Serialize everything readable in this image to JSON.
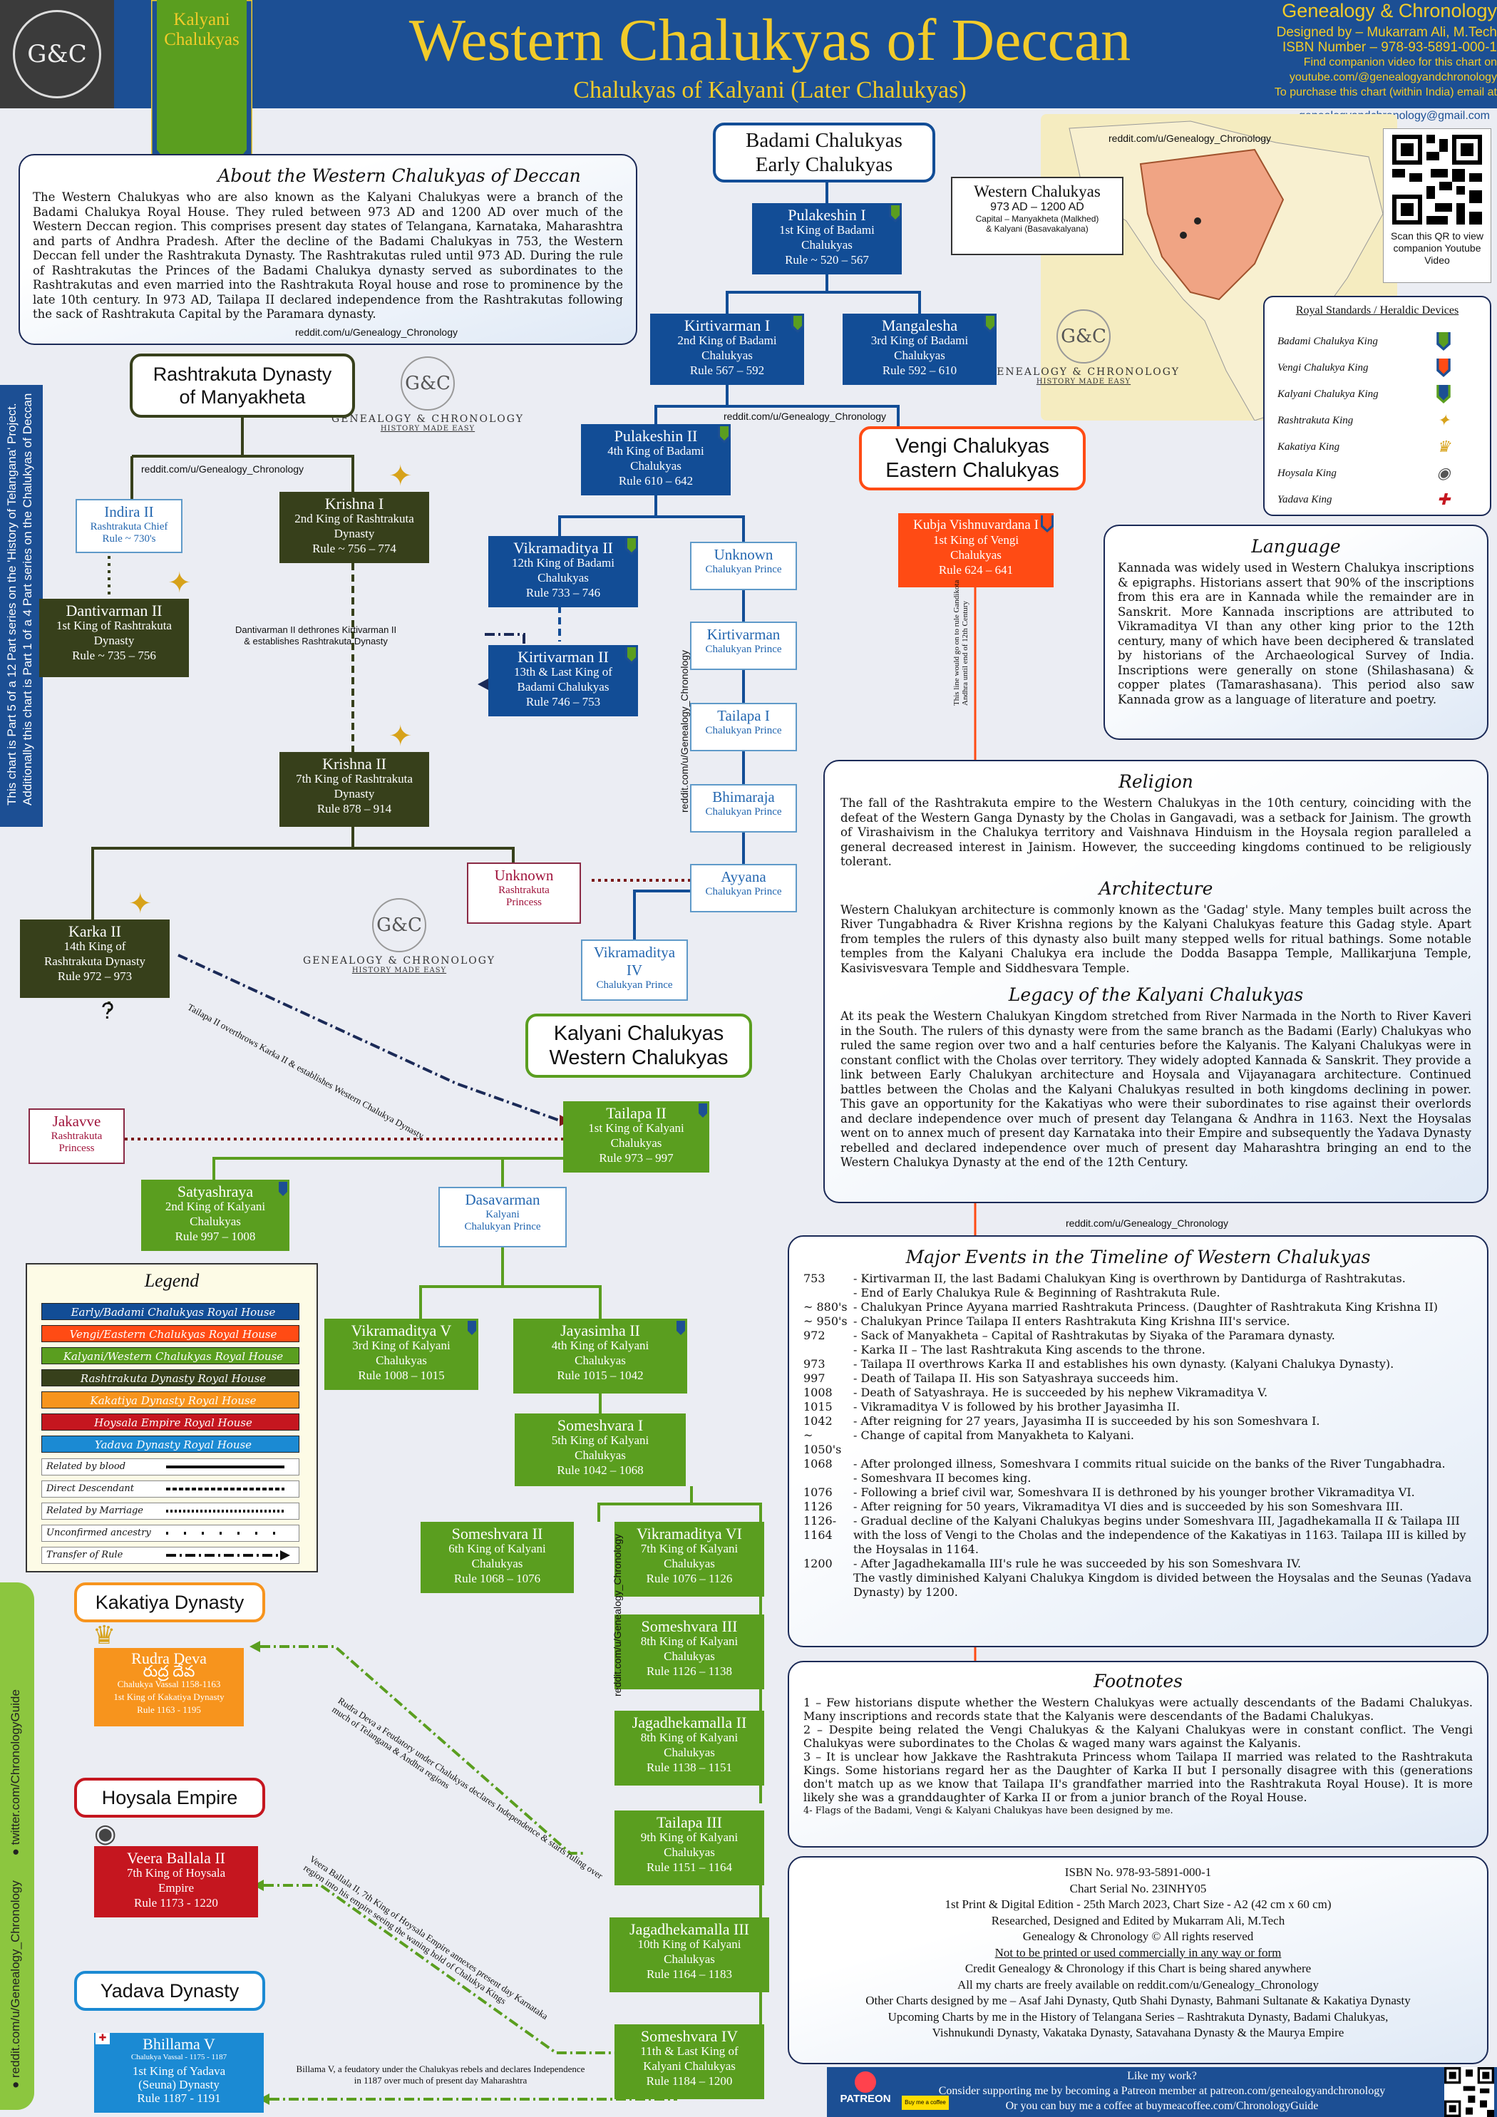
{
  "header": {
    "logo_text": "G&C",
    "shield_text": "Kalyani Chalukyas",
    "title": "Western Chalukyas of Deccan",
    "subtitle": "Chalukyas of Kalyani (Later Chalukyas)",
    "brand": "Genealogy & Chronology",
    "designed_by": "Designed by – Mukarram Ali, M.Tech",
    "isbn": "ISBN Number – 978-93-5891-000-1",
    "video_line1": "Find companion video for this chart on",
    "video_line2": "youtube.com/@genealogyandchronology",
    "purchase_line1": "To purchase this chart (within India) email at",
    "purchase_line2": "genealogyandchronology@gmail.com"
  },
  "about": {
    "title": "About the Western Chalukyas of Deccan",
    "text": "The Western Chalukyas who are also known as the Kalyani Chalukyas were a branch of the Badami Chalukya Royal House. They ruled between 973 AD and 1200 AD over much of the Western Deccan region. This comprises present day states of Telangana, Karnataka, Maharashtra and parts of Andhra Pradesh. After the decline of the Badami Chalukyas in 753, the Western Deccan fell under the Rashtrakuta Dynasty. The Rashtrakutas ruled until 973 AD. During the rule of Rashtrakutas the Princes of the Badami Chalukya dynasty served as subordinates to the Rashtrakutas and even married into the Rashtrakuta Royal house and rose to prominence by the late 10th century. In 973 AD, Tailapa II declared independence from the Rashtrakutas following the sack of Rashtrakuta Capital by the Paramara dynasty.",
    "credit": "reddit.com/u/Genealogy_Chronology"
  },
  "map": {
    "credit": "reddit.com/u/Genealogy_Chronology",
    "box_title": "Western Chalukyas",
    "box_years": "973 AD – 1200 AD",
    "box_cap1": "Capital – Manyakheta (Malkhed)",
    "box_cap2": "& Kalyani (Basavakalyana)",
    "qr_caption": "Scan this QR to view companion Youtube Video"
  },
  "royal_standards": {
    "title": "Royal Standards / Heraldic Devices",
    "items": [
      "Badami Chalukya King",
      "Vengi Chalukya King",
      "Kalyani Chalukya King",
      "Rashtrakuta King",
      "Kakatiya King",
      "Hoysala King",
      "Yadava King"
    ]
  },
  "watermark": {
    "logo": "G&C",
    "name": "GENEALOGY & CHRONOLOGY",
    "tagline": "HISTORY MADE EASY"
  },
  "side_note": {
    "line1": "This chart is Part 5 of a 12 Part series on the 'History of Telangana' Project.",
    "line2": "Additionally this chart is Part 1 of a 4 Part series on the Chalukyas of Deccan"
  },
  "dynasties": {
    "badami": {
      "name": "Badami Chalukyas",
      "sub": "Early Chalukyas"
    },
    "rashtrakuta": {
      "name": "Rashtrakuta Dynasty",
      "sub": "of Manyakheta"
    },
    "vengi": {
      "name": "Vengi Chalukyas",
      "sub": "Eastern Chalukyas"
    },
    "kalyani": {
      "name": "Kalyani Chalukyas",
      "sub": "Western Chalukyas"
    },
    "kakatiya": {
      "name": "Kakatiya Dynasty"
    },
    "hoysala": {
      "name": "Hoysala Empire"
    },
    "yadava": {
      "name": "Yadava Dynasty"
    }
  },
  "nodes": {
    "pulakeshin1": {
      "name": "Pulakeshin I",
      "d1": "1st King of Badami",
      "d2": "Chalukyas",
      "d3": "Rule ~ 520 – 567"
    },
    "kirtivarman1": {
      "name": "Kirtivarman I",
      "d1": "2nd King of Badami",
      "d2": "Chalukyas",
      "d3": "Rule 567 – 592"
    },
    "mangalesha": {
      "name": "Mangalesha",
      "d1": "3rd King of Badami",
      "d2": "Chalukyas",
      "d3": "Rule 592 – 610"
    },
    "pulakeshin2": {
      "name": "Pulakeshin II",
      "d1": "4th King of Badami",
      "d2": "Chalukyas",
      "d3": "Rule 610 – 642"
    },
    "vikramaditya2": {
      "name": "Vikramaditya II",
      "d1": "12th King of Badami",
      "d2": "Chalukyas",
      "d3": "Rule 733 – 746"
    },
    "kirtivarman2": {
      "name": "Kirtivarman II",
      "d1": "13th & Last King of",
      "d2": "Badami Chalukyas",
      "d3": "Rule 746 – 753"
    },
    "kubja": {
      "name": "Kubja Vishnuvardana I",
      "d1": "1st King of Vengi",
      "d2": "Chalukyas",
      "d3": "Rule 624 – 641"
    },
    "indra2": {
      "name": "Indira II",
      "d1": "Rashtrakuta Chief",
      "d2": "Rule ~ 730's"
    },
    "dantivarman2": {
      "name": "Dantivarman II",
      "d1": "1st King of Rashtrakuta",
      "d2": "Dynasty",
      "d3": "Rule ~ 735 – 756"
    },
    "krishna1": {
      "name": "Krishna I",
      "d1": "2nd King of Rashtrakuta",
      "d2": "Dynasty",
      "d3": "Rule ~ 756 – 774"
    },
    "krishna2": {
      "name": "Krishna II",
      "d1": "7th King of Rashtrakuta",
      "d2": "Dynasty",
      "d3": "Rule 878 – 914"
    },
    "karka2": {
      "name": "Karka II",
      "d1": "14th King of",
      "d2": "Rashtrakuta Dynasty",
      "d3": "Rule 972 – 973"
    },
    "unknown_princess": {
      "name": "Unknown",
      "d1": "Rashtrakuta",
      "d2": "Princess"
    },
    "jakavve": {
      "name": "Jakavve",
      "d1": "Rashtrakuta",
      "d2": "Princess"
    },
    "unknown_prince": {
      "name": "Unknown",
      "d1": "Chalukyan Prince"
    },
    "kirtivarman_p": {
      "name": "Kirtivarman",
      "d1": "Chalukyan Prince"
    },
    "tailapa1": {
      "name": "Tailapa I",
      "d1": "Chalukyan Prince"
    },
    "bhimaraja": {
      "name": "Bhimaraja",
      "d1": "Chalukyan Prince"
    },
    "ayyana": {
      "name": "Ayyana",
      "d1": "Chalukyan Prince"
    },
    "vikramaditya4": {
      "name": "Vikramaditya",
      "d1": "IV",
      "d2": "Chalukyan Prince"
    },
    "tailapa2": {
      "name": "Tailapa II",
      "d1": "1st King of Kalyani",
      "d2": "Chalukyas",
      "d3": "Rule 973 – 997"
    },
    "satyashraya": {
      "name": "Satyashraya",
      "d1": "2nd King of Kalyani",
      "d2": "Chalukyas",
      "d3": "Rule 997 – 1008"
    },
    "dasavarman": {
      "name": "Dasavarman",
      "d1": "Kalyani",
      "d2": "Chalukyan Prince"
    },
    "vikramaditya5": {
      "name": "Vikramaditya V",
      "d1": "3rd King of Kalyani",
      "d2": "Chalukyas",
      "d3": "Rule 1008 – 1015"
    },
    "jayasimha2": {
      "name": "Jayasimha II",
      "d1": "4th King of Kalyani",
      "d2": "Chalukyas",
      "d3": "Rule 1015 – 1042"
    },
    "someshvara1": {
      "name": "Someshvara I",
      "d1": "5th King of Kalyani",
      "d2": "Chalukyas",
      "d3": "Rule 1042 – 1068"
    },
    "someshvara2": {
      "name": "Someshvara II",
      "d1": "6th King of Kalyani",
      "d2": "Chalukyas",
      "d3": "Rule 1068 – 1076"
    },
    "vikramaditya6": {
      "name": "Vikramaditya VI",
      "d1": "7th King of Kalyani",
      "d2": "Chalukyas",
      "d3": "Rule 1076 – 1126"
    },
    "someshvara3": {
      "name": "Someshvara III",
      "d1": "8th King of Kalyani",
      "d2": "Chalukyas",
      "d3": "Rule 1126 – 1138"
    },
    "jagadhekamalla2": {
      "name": "Jagadhekamalla II",
      "d1": "8th King of Kalyani",
      "d2": "Chalukyas",
      "d3": "Rule 1138 – 1151"
    },
    "tailapa3": {
      "name": "Tailapa III",
      "d1": "9th King of Kalyani",
      "d2": "Chalukyas",
      "d3": "Rule 1151 – 1164"
    },
    "jagadhekamalla3": {
      "name": "Jagadhekamalla III",
      "d1": "10th King of Kalyani",
      "d2": "Chalukyas",
      "d3": "Rule 1164 – 1183"
    },
    "someshvara4": {
      "name": "Someshvara IV",
      "d1": "11th & Last King of",
      "d2": "Kalyani Chalukyas",
      "d3": "Rule 1184 – 1200"
    },
    "rudradeva": {
      "name": "Rudra Deva",
      "name2": "రుద్ర దేవ",
      "d1": "Chalukya Vassal 1158-1163",
      "d2": "1st King of Kakatiya Dynasty",
      "d3": "Rule 1163 - 1195"
    },
    "veeraballala2": {
      "name": "Veera Ballala II",
      "d1": "7th King of Hoysala",
      "d2": "Empire",
      "d3": "Rule 1173 - 1220"
    },
    "bhillama5": {
      "name": "Bhillama V",
      "d1": "Chalukya Vassal - 1175 - 1187",
      "d2": "1st King of Yadava",
      "d3": "(Seuna) Dynasty",
      "d4": "Rule 1187 - 1191"
    }
  },
  "annotations": {
    "danti": "Dantivarman II dethrones Kirtivarman II",
    "danti2": "& establishes Rashtrakuta Dynasty",
    "tailapa": "Tailapa II overthrows Karka II & establishes Western Chalukya Dynasty",
    "vengi_line1": "This line would go on to rule Gandikota",
    "vengi_line2": "Andhra until end of 12th Century",
    "rudra": "Rudra Deva a Feudatory under Chalukyas declares Independence & starts ruling over much of Telangana & Andhra regions",
    "veera": "Veera Ballala II, 7th King of Hoysala Empire annexes present day Karnataka region into his empire seeing the waning hold of Chalukya Kings",
    "bhillama": "Billama V, a feudatory under the Chalukyas rebels and declares Independence",
    "bhillama2": "in 1187 over much of present day Maharashtra",
    "question": "?",
    "reddit": "reddit.com/u/Genealogy_Chronology"
  },
  "language": {
    "title": "Language",
    "text": "Kannada was widely used in Western Chalukya inscriptions & epigraphs. Historians assert that 90% of the inscriptions from this era are in Kannada while the remainder are in Sanskrit. More Kannada inscriptions are attributed to Vikramaditya VI than any other king prior to the 12th century, many of which have been deciphered & translated by historians of the Archaeological Survey of India. Inscriptions were generally on stone (Shilashasana) & copper plates (Tamarashasana). This period also saw Kannada grow as a language of literature and poetry."
  },
  "religion": {
    "title": "Religion",
    "text": "The fall of the Rashtrakuta empire to the Western Chalukyas in the 10th century, coinciding with the defeat of the Western Ganga Dynasty by the Cholas in Gangavadi, was a setback for Jainism. The growth of Virashaivism in the Chalukya territory and Vaishnava Hinduism in the Hoysala region paralleled a general decreased interest in Jainism. However, the succeeding kingdoms continued to be religiously tolerant."
  },
  "architecture": {
    "title": "Architecture",
    "text": "Western Chalukyan architecture is commonly known as the 'Gadag' style. Many temples built across the River Tungabhadra & River Krishna regions by the Kalyani Chalukyas feature this Gadag style. Apart from temples the rulers of this dynasty also built many stepped wells for ritual bathings. Some notable temples from the Kalyani Chalukya era include the Dodda Basappa Temple, Mallikarjuna Temple, Kasivisvesvara Temple and Siddhesvara Temple."
  },
  "legacy": {
    "title": "Legacy of the Kalyani Chalukyas",
    "text": "At its peak the Western Chalukyan Kingdom stretched from River Narmada in the North to River Kaveri in the South. The rulers of this dynasty were from the same branch as the Badami (Early) Chalukyas who ruled the same region over two and a half centuries before the Kalyanis. The Kalyani Chalukyas were in constant conflict with the Cholas over territory. They widely adopted Kannada & Sanskrit. They provide a link between Early Chalukyan architecture and Hoysala and Vijayanagara architecture. Continued battles between the Cholas and the Kalyani Chalukyas resulted in both kingdoms declining in power. This gave an opportunity for the Kakatiyas who were their subordinates to rise against their overlords and declare independence over much of present day Telangana & Andhra in 1163. Next the Hoysalas went on to annex much of present day Karnataka into their Empire and subsequently the Yadava Dynasty rebelled and declared independence over much of present day Maharashtra bringing an end to the Western Chalukya Dynasty at the end of the 12th Century.",
    "credit": "reddit.com/u/Genealogy_Chronology"
  },
  "events": {
    "title": "Major Events in the Timeline of Western Chalukyas",
    "rows": [
      {
        "y": "753",
        "t": "- Kirtivarman II, the last Badami Chalukyan King is overthrown by Dantidurga of Rashtrakutas."
      },
      {
        "y": "",
        "t": "- End of Early Chalukya Rule & Beginning of Rashtrakuta Rule."
      },
      {
        "y": "~ 880's",
        "t": "- Chalukyan Prince Ayyana married Rashtrakuta Princess. (Daughter of Rashtrakuta King Krishna II)"
      },
      {
        "y": "~ 950's",
        "t": "- Chalukyan Prince Tailapa II enters Rashtrakuta King Krishna III's service."
      },
      {
        "y": "972",
        "t": "- Sack of Manyakheta – Capital of Rashtrakutas by Siyaka of the Paramara dynasty."
      },
      {
        "y": "",
        "t": "- Karka II – The last Rashtrakuta King ascends to the throne."
      },
      {
        "y": "973",
        "t": "- Tailapa II overthrows Karka II and establishes his own dynasty. (Kalyani Chalukya Dynasty)."
      },
      {
        "y": "997",
        "t": "- Death of Tailapa II. His son Satyashraya succeeds him."
      },
      {
        "y": "1008",
        "t": "- Death of Satyashraya. He is succeeded by his nephew Vikramaditya V."
      },
      {
        "y": "1015",
        "t": "- Vikramaditya V is followed by his brother Jayasimha II."
      },
      {
        "y": "1042",
        "t": "- After reigning for 27 years, Jayasimha II is succeeded by his son Someshvara I."
      },
      {
        "y": "~ 1050's",
        "t": "- Change of capital from Manyakheta to Kalyani."
      },
      {
        "y": "1068",
        "t": "- After prolonged illness, Someshvara I commits ritual suicide on the banks of the River Tungabhadra."
      },
      {
        "y": "",
        "t": "- Someshvara II becomes king."
      },
      {
        "y": "1076",
        "t": "- Following a brief civil war, Someshvara II is dethroned by his younger brother Vikramaditya VI."
      },
      {
        "y": "1126",
        "t": "- After reigning for 50 years, Vikramaditya VI dies and is succeeded by his son Someshvara III."
      },
      {
        "y": "1126-1164",
        "t": "- Gradual decline of the Kalyani Chalukyas begins under Someshvara III, Jagadhekamalla II & Tailapa III with the loss of Vengi to the Cholas and the independence of the Kakatiyas in 1163. Tailapa III is killed by the Hoysalas in 1164."
      },
      {
        "y": "1200",
        "t": "- After Jagadhekamalla III's rule he was succeeded by his son Someshvara IV."
      },
      {
        "y": "",
        "t": "The vastly diminished Kalyani Chalukya Kingdom is divided between the Hoysalas and the Seunas (Yadava Dynasty) by 1200."
      }
    ]
  },
  "footnotes": {
    "title": "Footnotes",
    "items": [
      "1 – Few historians dispute whether the Western Chalukyas were actually descendants of the Badami Chalukyas. Many inscriptions and records state that the Kalyanis were descendants of the Badami Chalukyas.",
      "2 – Despite being related the Vengi Chalukyas & the Kalyani Chalukyas were in constant conflict. The Vengi Chalukyas were subordinates to the Cholas & waged many wars against the Kalyanis.",
      "3 – It is unclear how Jakkave the Rashtrakuta Princess whom Tailapa II married was related to the Rashtrakuta Kings. Some historians regard her as the Daughter of Karka II but I personally disagree with this (generations don't match up as we know that Tailapa II's grandfather married into the Rashtrakuta Royal House). It is more likely she was a granddaughter of Karka II or from a junior branch of the Royal House.",
      "4- Flags of the Badami, Vengi & Kalyani Chalukyas have been designed by me."
    ]
  },
  "colophon": {
    "lines": [
      "ISBN No. 978-93-5891-000-1",
      "Chart Serial No. 23INHY05",
      "1st Print & Digital Edition - 25th March 2023, Chart Size - A2 (42 cm x 60 cm)",
      "Researched, Designed and Edited by Mukarram Ali, M.Tech",
      "Genealogy & Chronology © All rights reserved",
      "Not to be printed or used commercially in any way or form",
      "Credit Genealogy & Chronology if this Chart is being shared anywhere",
      "All my charts are freely available on reddit.com/u/Genealogy_Chronology",
      "Other Charts designed by me – Asaf Jahi Dynasty, Qutb Shahi Dynasty, Bahmani Sultanate & Kakatiya Dynasty",
      "Upcoming Charts by me in the History of Telangana Series – Rashtrakuta Dynasty, Badami Chalukyas,",
      "Vishnukundi Dynasty, Vakataka Dynasty, Satavahana Dynasty & the Maurya Empire"
    ]
  },
  "legend": {
    "title": "Legend",
    "houses": [
      {
        "label": "Early/Badami Chalukyas Royal House",
        "color": "#124d96"
      },
      {
        "label": "Vengi/Eastern Chalukyas Royal House",
        "color": "#ff4b14"
      },
      {
        "label": "Kalyani/Western Chalukyas Royal House",
        "color": "#5a9e1f"
      },
      {
        "label": "Rashtrakuta Dynasty Royal House",
        "color": "#37401b"
      },
      {
        "label": "Kakatiya Dynasty Royal House",
        "color": "#f7941d"
      },
      {
        "label": "Hoysala Empire Royal House",
        "color": "#c5161f"
      },
      {
        "label": "Yadava Dynasty Royal House",
        "color": "#1b8ad3"
      }
    ],
    "relations": [
      "Related by blood",
      "Direct Descendant",
      "Related by Marriage",
      "Unconfirmed ancestry",
      "Transfer of Rule"
    ]
  },
  "social": {
    "reddit": "reddit.com/u/Genealogy_Chronology",
    "twitter": "twitter.com/ChronologyGuide"
  },
  "support": {
    "patreon": "PATREON",
    "coffee": "Buy me a coffee",
    "line1": "Like my work?",
    "line2": "Consider supporting me by becoming a Patreon member at patreon.com/genealogyandchronology",
    "line3": "Or you can buy me a coffee at buymeacoffee.com/ChronologyGuide"
  }
}
